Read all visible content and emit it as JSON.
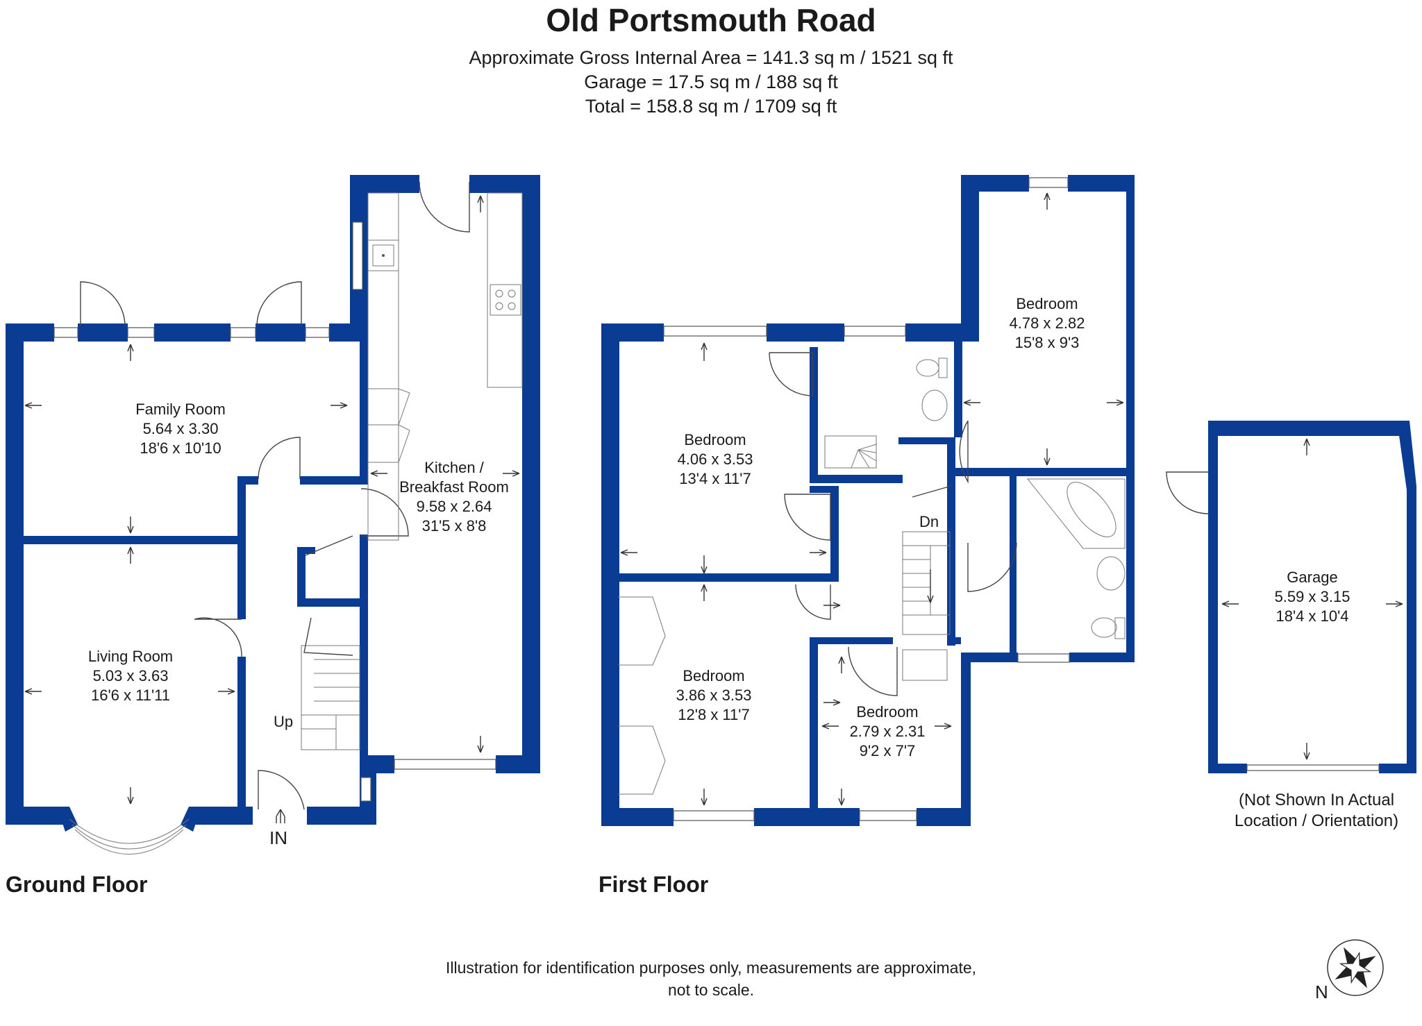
{
  "title": "Old Portsmouth Road",
  "areas": {
    "line1": "Approximate Gross Internal Area = 141.3 sq m / 1521 sq ft",
    "line2": "Garage = 17.5 sq m / 188 sq ft",
    "line3": "Total = 158.8 sq m / 1709 sq ft"
  },
  "floors": {
    "ground": {
      "label": "Ground Floor",
      "rooms": [
        {
          "name": "Family Room",
          "metric": "5.64 x 3.30",
          "imperial": "18'6 x 10'10"
        },
        {
          "name": "Living Room",
          "metric": "5.03 x 3.63",
          "imperial": "16'6 x 11'11"
        },
        {
          "name_line1": "Kitchen /",
          "name_line2": "Breakfast Room",
          "metric": "9.58 x 2.64",
          "imperial": "31'5 x 8'8"
        }
      ],
      "up_label": "Up",
      "in_label": "IN"
    },
    "first": {
      "label": "First Floor",
      "rooms": [
        {
          "name": "Bedroom",
          "metric": "4.06 x 3.53",
          "imperial": "13'4 x 11'7"
        },
        {
          "name": "Bedroom",
          "metric": "4.78 x 2.82",
          "imperial": "15'8 x 9'3"
        },
        {
          "name": "Bedroom",
          "metric": "3.86 x 3.53",
          "imperial": "12'8 x 11'7"
        },
        {
          "name": "Bedroom",
          "metric": "2.79 x 2.31",
          "imperial": "9'2 x 7'7"
        }
      ],
      "dn_label": "Dn"
    },
    "garage": {
      "name": "Garage",
      "metric": "5.59 x 3.15",
      "imperial": "18'4 x 10'4",
      "note_line1": "(Not Shown In Actual",
      "note_line2": "Location / Orientation)"
    }
  },
  "disclaimer": {
    "line1": "Illustration for identification purposes only, measurements are approximate,",
    "line2": "not to scale."
  },
  "compass": {
    "label": "N",
    "icon": "compass-icon"
  },
  "colors": {
    "wall": "#0b3c94"
  }
}
